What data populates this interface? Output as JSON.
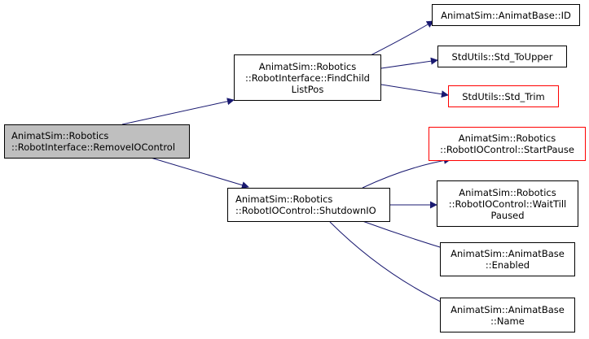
{
  "colors": {
    "edge": "#191970",
    "node_border": "#000000",
    "node_border_unresolved": "#ff0000",
    "root_fill": "#bfbfbf",
    "node_fill": "#ffffff"
  },
  "nodes": {
    "remove_io": {
      "lines": [
        "AnimatSim::Robotics",
        "::RobotInterface::RemoveIOControl"
      ]
    },
    "find_child": {
      "lines": [
        "AnimatSim::Robotics",
        "::RobotInterface::FindChild",
        "ListPos"
      ]
    },
    "shutdown": {
      "lines": [
        "AnimatSim::Robotics",
        "::RobotIOControl::ShutdownIO"
      ]
    },
    "id": {
      "lines": [
        "AnimatSim::AnimatBase::ID"
      ]
    },
    "to_upper": {
      "lines": [
        "StdUtils::Std_ToUpper"
      ]
    },
    "trim": {
      "lines": [
        "StdUtils::Std_Trim"
      ]
    },
    "start_pause": {
      "lines": [
        "AnimatSim::Robotics",
        "::RobotIOControl::StartPause"
      ]
    },
    "wait_till": {
      "lines": [
        "AnimatSim::Robotics",
        "::RobotIOControl::WaitTill",
        "Paused"
      ]
    },
    "enabled": {
      "lines": [
        "AnimatSim::AnimatBase",
        "::Enabled"
      ]
    },
    "name": {
      "lines": [
        "AnimatSim::AnimatBase",
        "::Name"
      ]
    }
  }
}
